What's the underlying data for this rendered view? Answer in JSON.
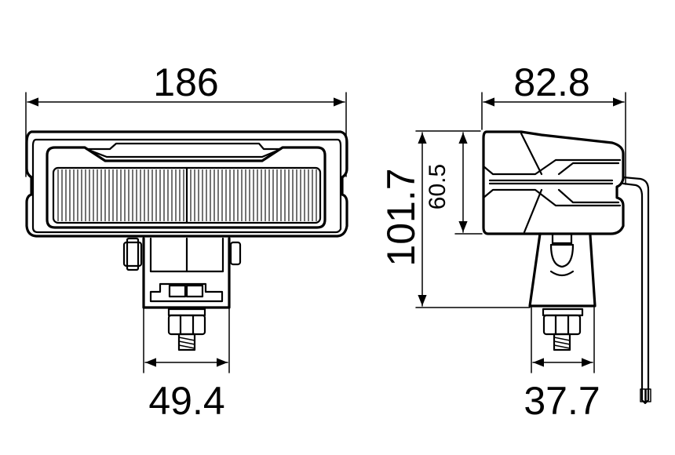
{
  "dimensions": {
    "front_width": "186",
    "front_bracket_width": "49.4",
    "side_depth": "82.8",
    "side_total_height": "101.7",
    "side_housing_height": "60.5",
    "side_base_width": "37.7"
  },
  "colors": {
    "line": "#000000",
    "background": "#ffffff"
  }
}
